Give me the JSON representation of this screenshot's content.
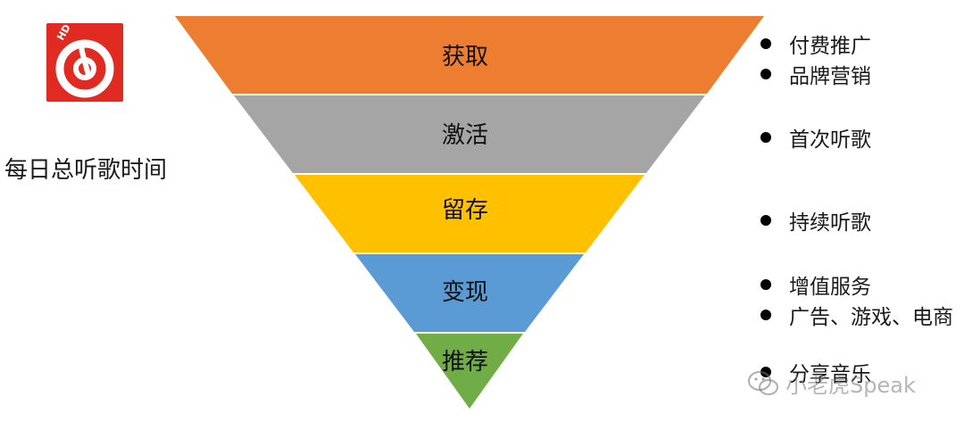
{
  "brand": {
    "icon": "netease-cloud-music-hd-icon",
    "badge": "HD",
    "color": "#e02a22"
  },
  "metric_label": "每日总听歌时间",
  "funnel": {
    "stages": [
      {
        "label": "获取",
        "color": "#ed7d31"
      },
      {
        "label": "激活",
        "color": "#a5a5a5"
      },
      {
        "label": "留存",
        "color": "#ffc000"
      },
      {
        "label": "变现",
        "color": "#5b9bd5"
      },
      {
        "label": "推荐",
        "color": "#70ad47"
      }
    ]
  },
  "bullets": [
    {
      "items": [
        "付费推广",
        "品牌营销"
      ]
    },
    {
      "items": [
        "首次听歌"
      ]
    },
    {
      "items": [
        "持续听歌"
      ]
    },
    {
      "items": [
        "增值服务",
        "广告、游戏、电商"
      ]
    },
    {
      "items": [
        "分享音乐"
      ]
    }
  ],
  "watermark": {
    "icon": "wechat-icon",
    "text": "小老虎Speak"
  }
}
